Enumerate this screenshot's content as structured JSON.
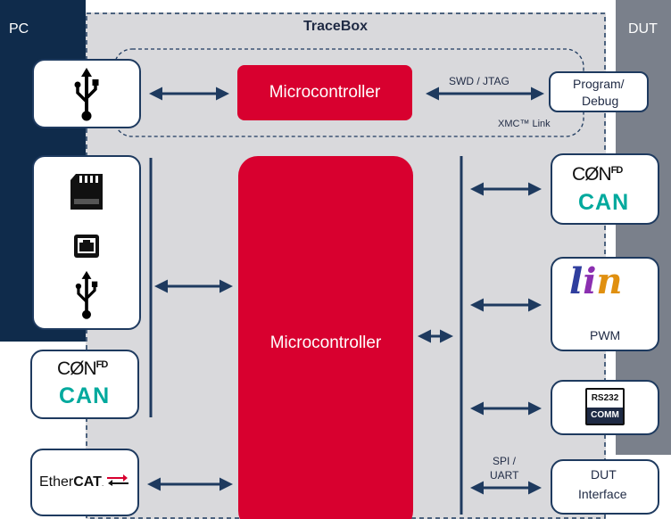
{
  "regions": {
    "pc": "PC",
    "dut": "DUT",
    "tracebox": "TraceBox"
  },
  "top_section": {
    "mcu_label": "Microcontroller",
    "link_label": "SWD / JTAG",
    "program_debug": [
      "Program/",
      "Debug"
    ],
    "xmc_link": "XMC™ Link"
  },
  "main": {
    "mcu_label": "Microcontroller",
    "spi_uart": [
      "SPI /",
      "UART"
    ]
  },
  "left_boxes": {
    "can_logo": "CØN",
    "can_fd": "FD",
    "can_text": "CAN",
    "ethercat_prefix": "Ether",
    "ethercat_bold": "CAT",
    "ethercat_mark": "."
  },
  "right_boxes": {
    "can_logo": "CØN",
    "can_fd": "FD",
    "can_text": "CAN",
    "lin_logo": "lin",
    "pwm": "PWM",
    "rs232_top": "RS232",
    "rs232_bottom": "COMM",
    "dut_interface": [
      "DUT",
      "Interface"
    ]
  },
  "colors": {
    "pc_panel": "#0f2b4b",
    "dut_panel": "#7a808b",
    "tracebox_bg": "#d9d9dc",
    "accent_red": "#d8002f",
    "line_navy": "#1e3a5f",
    "can_teal": "#00a99d"
  },
  "icons": [
    "usb-icon",
    "sd-card-icon",
    "ethernet-port-icon",
    "usb-icon",
    "ethercat-arrow-icon",
    "lin-logo-icon",
    "rs232-icon"
  ]
}
